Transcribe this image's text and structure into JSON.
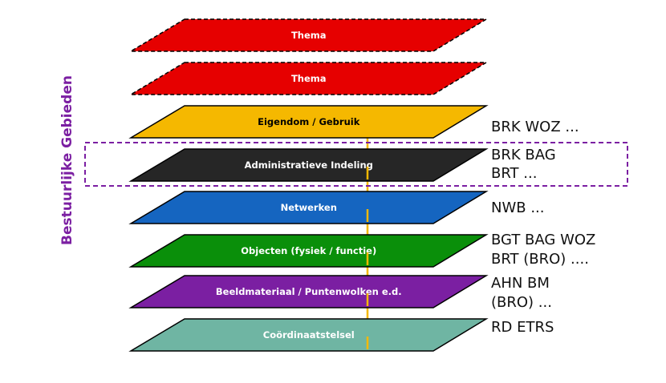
{
  "diagram": {
    "vertical_title": "Bestuurlijke Gebieden",
    "vertical_title_color": "#7b1fa2",
    "connector_color": "#f5b800",
    "highlight_box_color": "#7b1fa2",
    "layers": [
      {
        "label": "Thema",
        "fill": "#e60000",
        "text_color": "#ffffff",
        "dashed": true
      },
      {
        "label": "Thema",
        "fill": "#e60000",
        "text_color": "#ffffff",
        "dashed": true
      },
      {
        "label": "Eigendom / Gebruik",
        "fill": "#f5b800",
        "text_color": "#000000",
        "dashed": false
      },
      {
        "label": "Administratieve Indeling",
        "fill": "#262626",
        "text_color": "#ffffff",
        "dashed": false
      },
      {
        "label": "Netwerken",
        "fill": "#1565c0",
        "text_color": "#ffffff",
        "dashed": false
      },
      {
        "label": "Objecten (fysiek / functie)",
        "fill": "#0a8f0a",
        "text_color": "#ffffff",
        "dashed": false
      },
      {
        "label": "Beeldmateriaal / Puntenwolken e.d.",
        "fill": "#7b1fa2",
        "text_color": "#ffffff",
        "dashed": false
      },
      {
        "label": "Coördinaatstelsel",
        "fill": "#6fb5a3",
        "text_color": "#ffffff",
        "dashed": false
      }
    ],
    "sources": [
      {
        "line1": "BRK WOZ ...",
        "line2": ""
      },
      {
        "line1": "BRK BAG",
        "line2": "BRT ..."
      },
      {
        "line1": "NWB ...",
        "line2": ""
      },
      {
        "line1": "BGT BAG WOZ",
        "line2": "BRT (BRO) ...."
      },
      {
        "line1": "AHN BM",
        "line2": "(BRO) ..."
      },
      {
        "line1": "RD ETRS",
        "line2": ""
      }
    ]
  }
}
